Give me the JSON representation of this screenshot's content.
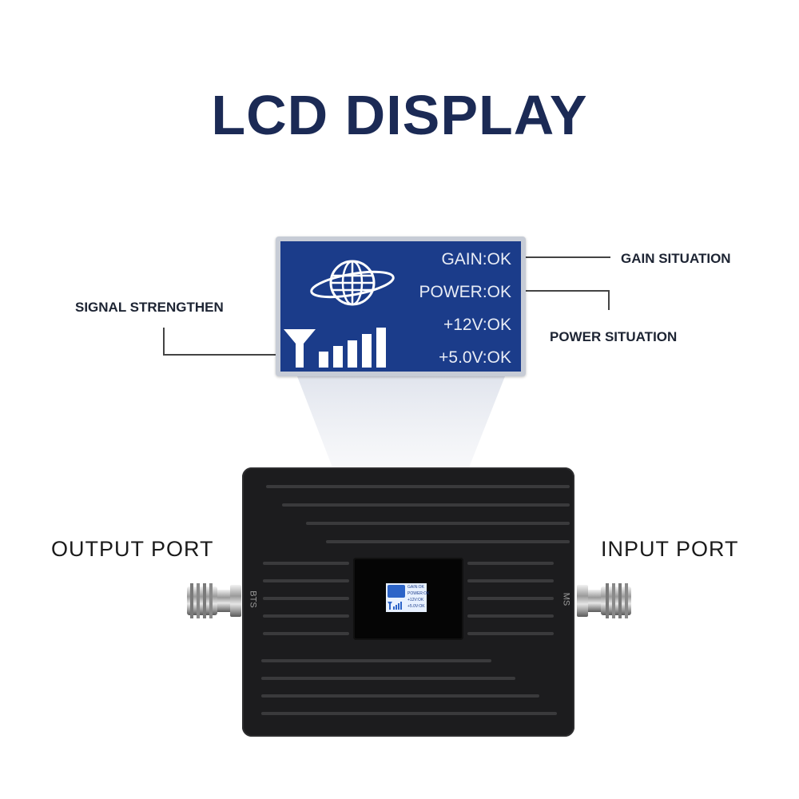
{
  "title": "LCD DISPLAY",
  "callouts": {
    "gain": "GAIN SITUATION",
    "power": "POWER SITUATION",
    "signal": "SIGNAL STRENGTHEN"
  },
  "lcd": {
    "lines": [
      "GAIN:OK",
      "POWER:OK",
      "+12V:OK",
      "+5.0V:OK"
    ],
    "icons": [
      "globe-icon",
      "antenna-signal-bars-icon"
    ]
  },
  "ports": {
    "output": "OUTPUT  PORT",
    "input": "INPUT  PORT",
    "bts": "BTS",
    "ms": "MS"
  },
  "colors": {
    "title": "#1b2a55",
    "lcd_background": "#1b3c8a",
    "device_body": "#1c1c1e"
  }
}
